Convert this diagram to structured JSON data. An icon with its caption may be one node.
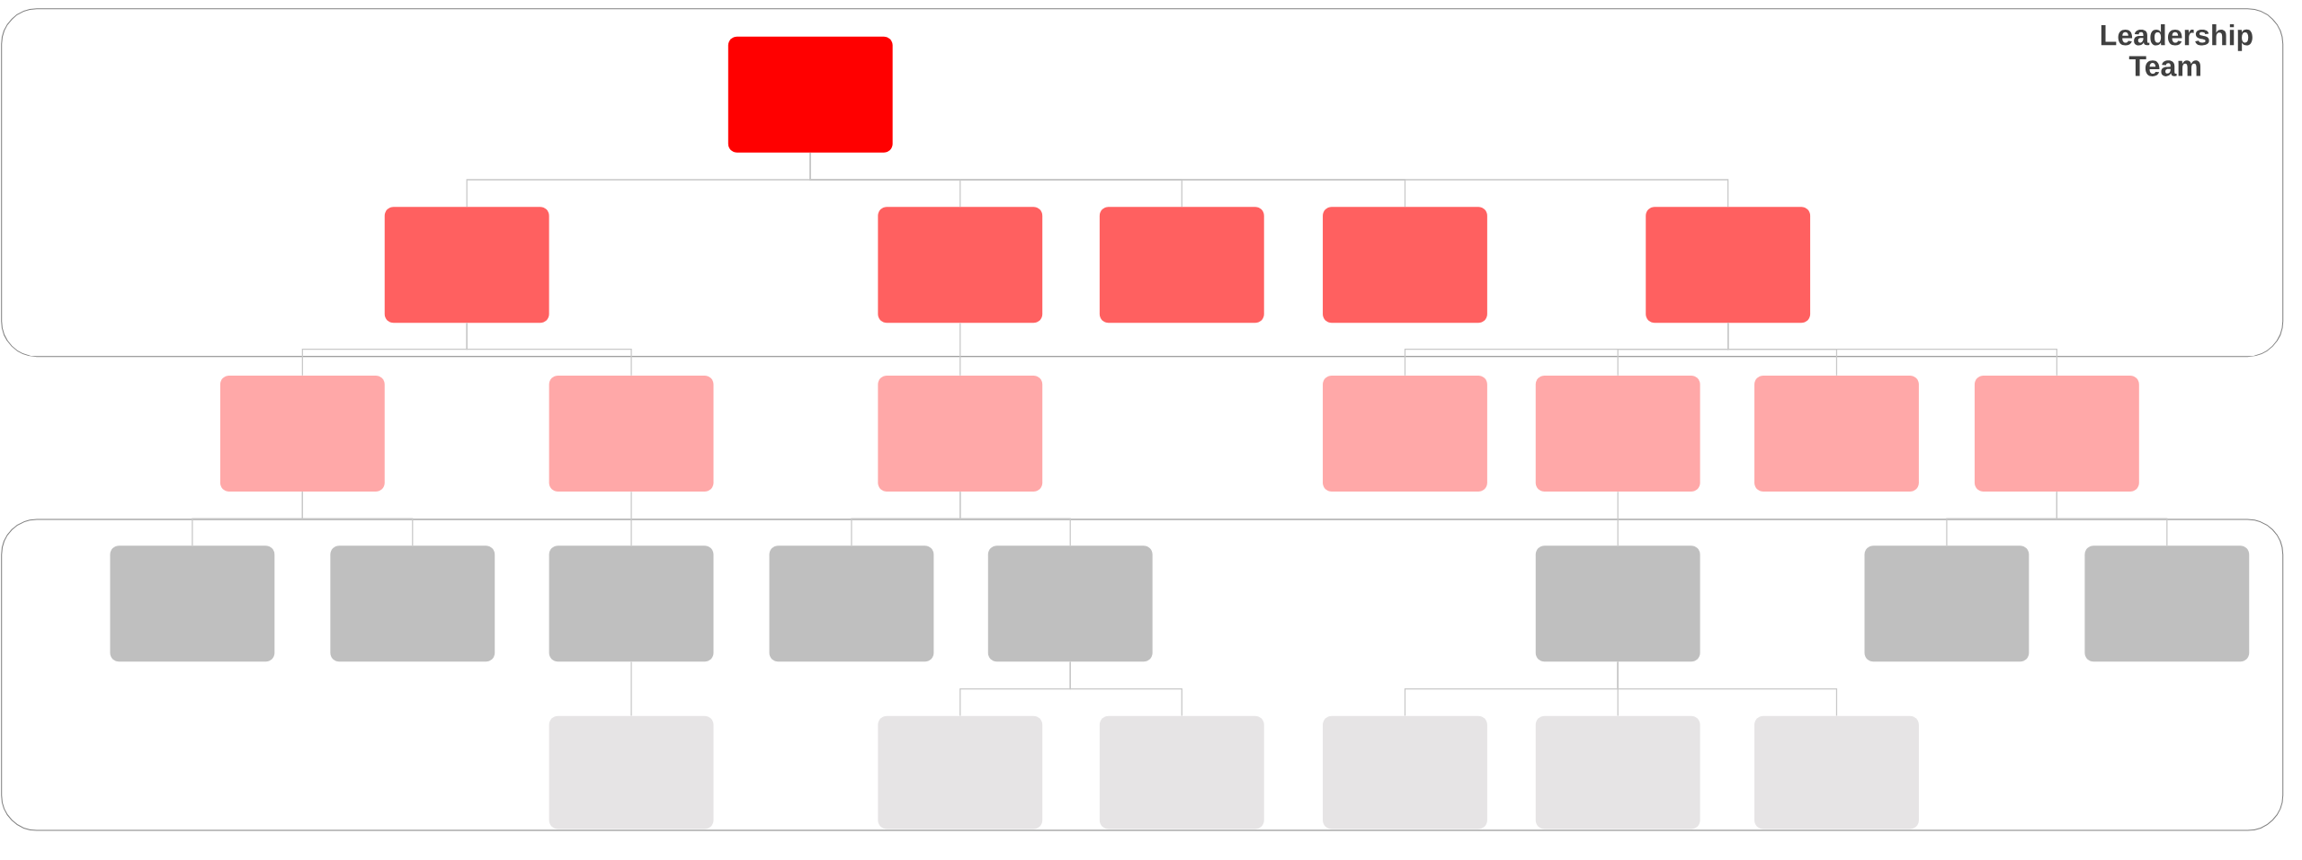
{
  "diagram": {
    "nodes": [
      {
        "text": [
          "Leadership Team"
        ]
      },
      {
        "text": [],
        "shape": "box",
        "in": 0
      },
      {
        "text": [],
        "shape": "box",
        "in": 0
      },
      {
        "text": [],
        "shape": "box",
        "in": 0
      },
      {
        "text": [],
        "shape": "box",
        "in": 0
      },
      {
        "text": [],
        "shape": "box",
        "in": 0
      },
      {
        "text": [],
        "shape": "box",
        "in": 0
      },
      {
        "text": [],
        "shape": "box"
      },
      {
        "text": [],
        "shape": "box"
      },
      {
        "text": [],
        "shape": "box"
      },
      {
        "text": [],
        "shape": "box"
      },
      {
        "text": [],
        "shape": "box"
      },
      {
        "text": [],
        "shape": "box"
      },
      {
        "text": [],
        "shape": "box"
      },
      {
        "text": [],
        "shape": "box"
      },
      {
        "text": [],
        "shape": "box",
        "in": 14
      },
      {
        "text": [],
        "shape": "box",
        "in": 14
      },
      {
        "text": [],
        "shape": "box",
        "in": 14
      },
      {
        "text": [],
        "shape": "box",
        "in": 14
      },
      {
        "text": [],
        "shape": "box",
        "in": 14
      },
      {
        "text": [],
        "shape": "box",
        "in": 14
      },
      {
        "text": [],
        "shape": "box",
        "in": 14
      },
      {
        "text": [],
        "shape": "box",
        "in": 14
      },
      {
        "text": [],
        "shape": "box",
        "in": 14
      },
      {
        "text": [],
        "shape": "box",
        "in": 14
      },
      {
        "text": [],
        "shape": "box",
        "in": 14
      },
      {
        "text": [],
        "shape": "box",
        "in": 14
      },
      {
        "text": [],
        "shape": "box",
        "in": 14
      },
      {
        "text": [],
        "shape": "box",
        "in": 14
      }
    ],
    "edges": [
      {
        "from": 1,
        "to": 2,
        "arrow": "none"
      },
      {
        "from": 1,
        "to": 3,
        "arrow": "none"
      },
      {
        "from": 1,
        "to": 4,
        "arrow": "none"
      },
      {
        "from": 1,
        "to": 5,
        "arrow": "none"
      },
      {
        "from": 1,
        "to": 6,
        "arrow": "none"
      },
      {
        "from": 2,
        "to": 7,
        "arrow": "none"
      },
      {
        "from": 2,
        "to": 8,
        "arrow": "none"
      },
      {
        "from": 3,
        "to": 9,
        "arrow": "none"
      },
      {
        "from": 6,
        "to": 10,
        "arrow": "none"
      },
      {
        "from": 6,
        "to": 11,
        "arrow": "none"
      },
      {
        "from": 6,
        "to": 12,
        "arrow": "none"
      },
      {
        "from": 6,
        "to": 13,
        "arrow": "none"
      },
      {
        "from": 7,
        "to": 15,
        "arrow": "none"
      },
      {
        "from": 7,
        "to": 16,
        "arrow": "none"
      },
      {
        "from": 8,
        "to": 17,
        "arrow": "none"
      },
      {
        "from": 9,
        "to": 18,
        "arrow": "none"
      },
      {
        "from": 9,
        "to": 19,
        "arrow": "none"
      },
      {
        "from": 11,
        "to": 20,
        "arrow": "none"
      },
      {
        "from": 13,
        "to": 21,
        "arrow": "none"
      },
      {
        "from": 13,
        "to": 22,
        "arrow": "none"
      },
      {
        "from": 17,
        "to": 23,
        "arrow": "none"
      },
      {
        "from": 19,
        "to": 24,
        "arrow": "none"
      },
      {
        "from": 19,
        "to": 25,
        "arrow": "none"
      },
      {
        "from": 20,
        "to": 26,
        "arrow": "none"
      },
      {
        "from": 20,
        "to": 27,
        "arrow": "none"
      },
      {
        "from": 20,
        "to": 28,
        "arrow": "none"
      }
    ]
  }
}
